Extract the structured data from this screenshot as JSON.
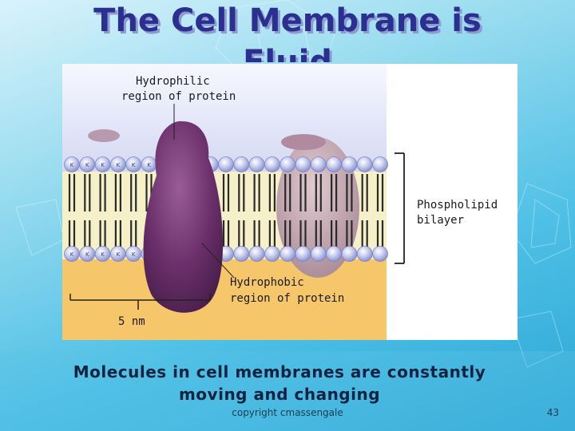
{
  "slide": {
    "title": "The Cell Membrane is Fluid",
    "caption_line1": "Molecules in cell membranes are constantly",
    "caption_line2": "moving and changing",
    "footer": "copyright cmassengale",
    "page_number": "43"
  },
  "figure": {
    "label_hydrophilic_1": "Hydrophilic",
    "label_hydrophilic_2": "region of protein",
    "label_hydrophobic_1": "Hydrophobic",
    "label_hydrophobic_2": "region of protein",
    "label_bilayer_1": "Phospholipid",
    "label_bilayer_2": "bilayer",
    "label_scale": "5 nm",
    "head_letter": "K"
  },
  "colors": {
    "title": "#2b2f8f",
    "title_shadow": "#8e9bd0",
    "extracellular": "#cfd6ef",
    "cytoplasm": "#f6c66a",
    "tail_region": "#f5f0c8",
    "head": "#aab1e0",
    "protein_main": "#6a2f6a",
    "protein_back": "#b69aa5"
  }
}
